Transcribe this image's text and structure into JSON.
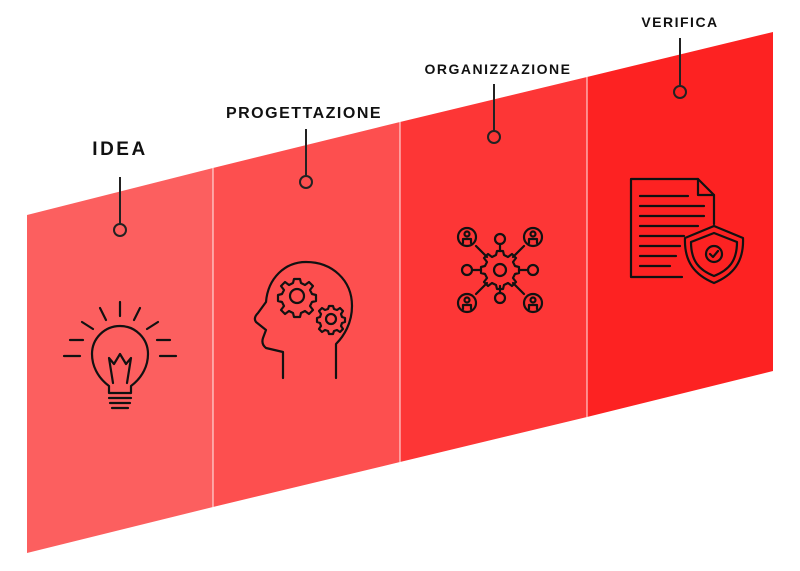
{
  "steps": [
    {
      "label": "IDEA",
      "icon": "light-bulb-icon",
      "color": "#fc5f5f"
    },
    {
      "label": "PROGETTAZIONE",
      "icon": "head-gears-icon",
      "color": "#fd4f4f"
    },
    {
      "label": "ORGANIZZAZIONE",
      "icon": "network-gear-icon",
      "color": "#fd3636"
    },
    {
      "label": "VERIFICA",
      "icon": "document-shield-icon",
      "color": "#fd2222"
    }
  ],
  "colors": {
    "divider": "#ffffff",
    "connector": "#222222",
    "icon_stroke": "#111111"
  }
}
